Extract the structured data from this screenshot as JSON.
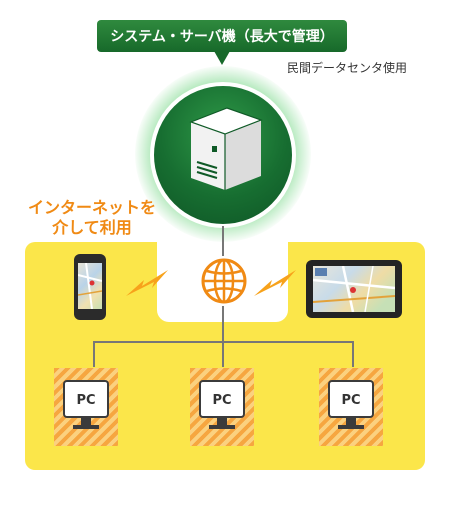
{
  "server": {
    "banner_label": "システム・サーバ機（長大で管理）",
    "caption": "民間データセンタ使用"
  },
  "network": {
    "line1": "インターネットを",
    "line2": "介して利用"
  },
  "pcs": [
    {
      "label": "PC"
    },
    {
      "label": "PC"
    },
    {
      "label": "PC"
    }
  ],
  "colors": {
    "banner_green": "#1f7a33",
    "server_green": "#176e31",
    "orange": "#f08a14",
    "panel_yellow": "#fbe64a"
  },
  "icons": [
    "server-icon",
    "globe-icon",
    "smartphone-icon",
    "tablet-icon",
    "lightning-icon",
    "monitor-icon"
  ]
}
